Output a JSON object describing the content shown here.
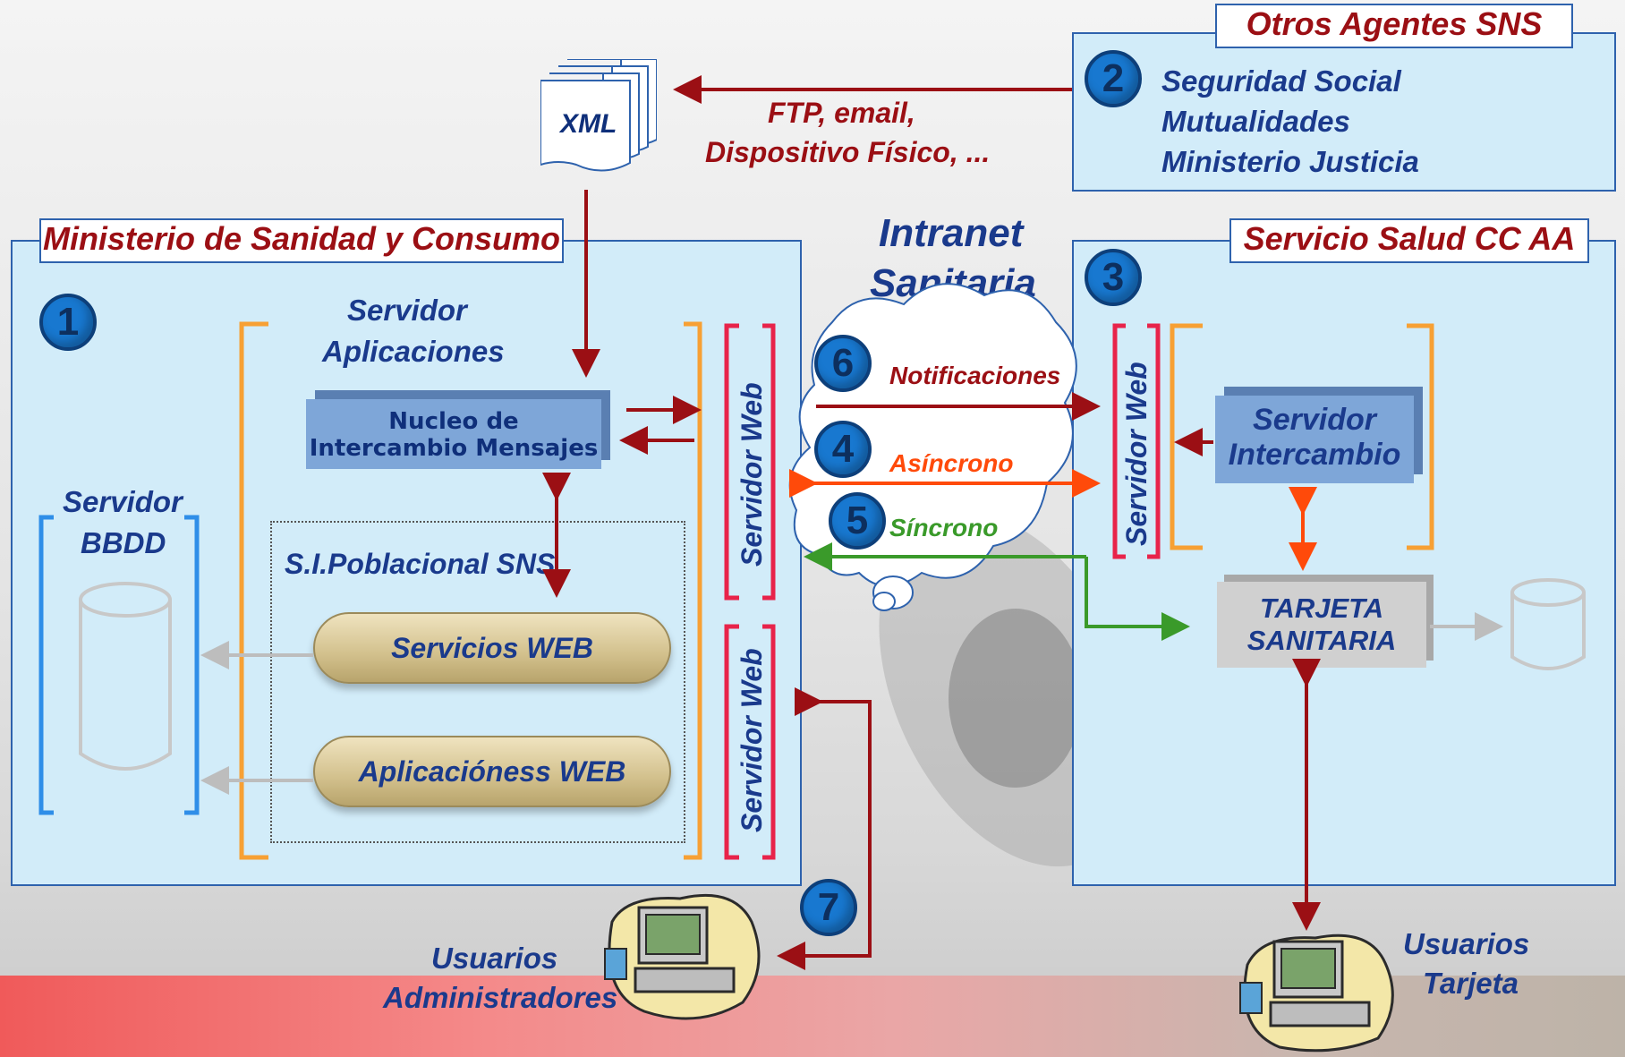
{
  "otros_agentes": {
    "title": "Otros Agentes SNS",
    "number": "2",
    "items": [
      "Seguridad Social",
      "Mutualidades",
      "Ministerio Justicia"
    ]
  },
  "xml_doc": {
    "label": "XML"
  },
  "transfer_label": {
    "line1": "FTP, email,",
    "line2": "Dispositivo Físico, ..."
  },
  "ministerio": {
    "title": "Ministerio de Sanidad y Consumo",
    "number": "1",
    "servidor_aplicaciones": {
      "line1": "Servidor",
      "line2": "Aplicaciones"
    },
    "nucleo": {
      "line1": "Nucleo de",
      "line2": "Intercambio Mensajes"
    },
    "poblacional": "S.I.Poblacional SNS",
    "servicios_web": "Servicios WEB",
    "aplicaciones_web": "Aplicacióness WEB",
    "servidor_bbdd": {
      "line1": "Servidor",
      "line2": "BBDD"
    },
    "servidor_web_1": "Servidor Web",
    "servidor_web_2": "Servidor Web"
  },
  "intranet": {
    "line1": "Intranet",
    "line2": "Sanitaria",
    "flows": [
      {
        "number": "6",
        "label": "Notificaciones",
        "color": "#9b0f14"
      },
      {
        "number": "4",
        "label": "Asíncrono",
        "color": "#ff4a0a"
      },
      {
        "number": "5",
        "label": "Síncrono",
        "color": "#3a9a2a"
      }
    ]
  },
  "servicio_salud": {
    "title": "Servicio Salud CC AA",
    "number": "3",
    "servidor_web": "Servidor Web",
    "servidor_intercambio": {
      "line1": "Servidor",
      "line2": "Intercambio"
    },
    "tarjeta": {
      "line1": "TARJETA",
      "line2": "SANITARIA"
    }
  },
  "usuarios_admin": {
    "number": "7",
    "line1": "Usuarios",
    "line2": "Administradores"
  },
  "usuarios_tarjeta": {
    "line1": "Usuarios",
    "line2": "Tarjeta"
  },
  "colors": {
    "panel_bg": "#d2ecf9",
    "panel_border": "#2e62ad",
    "title_red": "#9b0f14",
    "label_blue": "#1a3a8c",
    "orange_bracket": "#f7a034",
    "red_bracket": "#e8234a",
    "blue_bracket": "#2f8ee8"
  }
}
